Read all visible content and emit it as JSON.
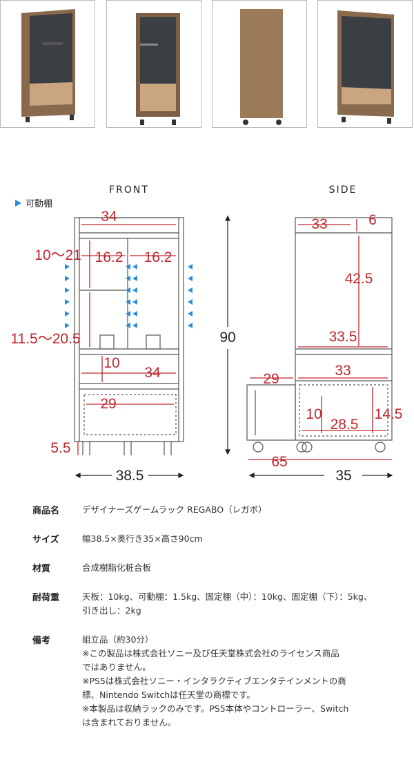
{
  "diagram": {
    "front_title": "FRONT",
    "side_title": "SIDE",
    "legend_label": "可動棚",
    "front": {
      "width_top": "34",
      "adjust_upper": "10〜21",
      "inner_left": "16.2",
      "inner_right": "16.2",
      "adjust_lower": "11.5〜20.5",
      "mid_height": "10",
      "mid_width": "34",
      "drawer_width": "29",
      "base_height": "5.5",
      "overall_width": "38.5"
    },
    "overall_height": "90",
    "side": {
      "depth_top": "33",
      "top_gap": "6",
      "upper_height": "42.5",
      "shelf_depth": "33.5",
      "mid_depth": "33",
      "drawer_out": "29",
      "drawer_h1": "10",
      "drawer_inner": "28.5",
      "drawer_h2": "14.5",
      "extended": "65",
      "overall_depth": "35"
    }
  },
  "spec": [
    {
      "key": "商品名",
      "lines": [
        "デザイナーズゲームラック REGABO（レガボ）"
      ]
    },
    {
      "key": "サイズ",
      "lines": [
        "幅38.5×奥行き35×高さ90cm"
      ]
    },
    {
      "key": "材質",
      "lines": [
        "合成樹脂化粧合板"
      ]
    },
    {
      "key": "耐荷重",
      "lines": [
        "天板：10kg、可動棚：1.5kg、固定棚（中）：10kg、固定棚（下）：5kg、",
        "引き出し：2kg"
      ]
    },
    {
      "key": "備考",
      "lines": [
        "組立品（約30分）",
        "※この製品は株式会社ソニー及び任天堂株式会社のライセンス商品",
        "ではありません。",
        "※PS5は株式会社ソニー・インタラクティブエンタテインメントの商",
        "標、Nintendo Switchは任天堂の商標です。",
        "※本製品は収納ラックのみです。PS5本体やコントローラー、Switch",
        "は含まれておりません。"
      ]
    }
  ]
}
